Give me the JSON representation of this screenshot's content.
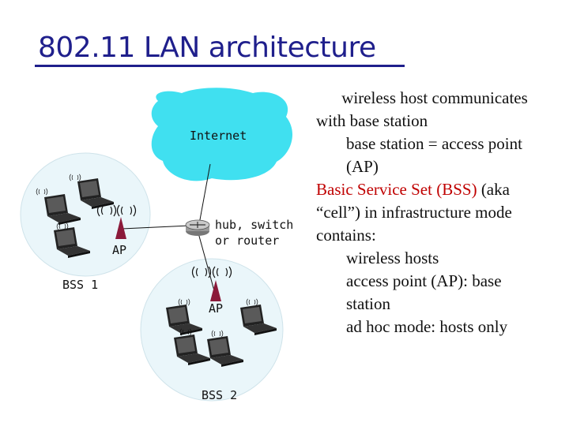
{
  "slide": {
    "title": "802.11 LAN architecture",
    "colors": {
      "title": "#1f1f8c",
      "cloud": "#40e0f0",
      "bss": "#eaf6fa",
      "ap": "#8b1a3a",
      "highlight": "#c00000"
    }
  },
  "diagram": {
    "internet_label": "Internet",
    "router_label_1": "hub, switch",
    "router_label_2": "or router",
    "ap1_label": "AP",
    "ap2_label": "AP",
    "bss1_label": "BSS 1",
    "bss2_label": "BSS 2",
    "icons": [
      "laptop-icon",
      "antenna-icon",
      "router-icon",
      "cloud-icon",
      "radio-waves-icon"
    ]
  },
  "bullets": {
    "b1_l1": "wireless host communicates",
    "b1_l2": "with base station",
    "b1_sub_l1": "base station = access point",
    "b1_sub_l2": "(AP)",
    "b2_red": "Basic Service Set (BSS)",
    "b2_rest": " (aka",
    "b2_l2": "“cell”) in infrastructure mode",
    "b2_l3": "contains:",
    "b2_sub1": "wireless hosts",
    "b2_sub2_l1": "access point (AP): base",
    "b2_sub2_l2": "station",
    "b2_sub3": "ad hoc mode: hosts only"
  }
}
